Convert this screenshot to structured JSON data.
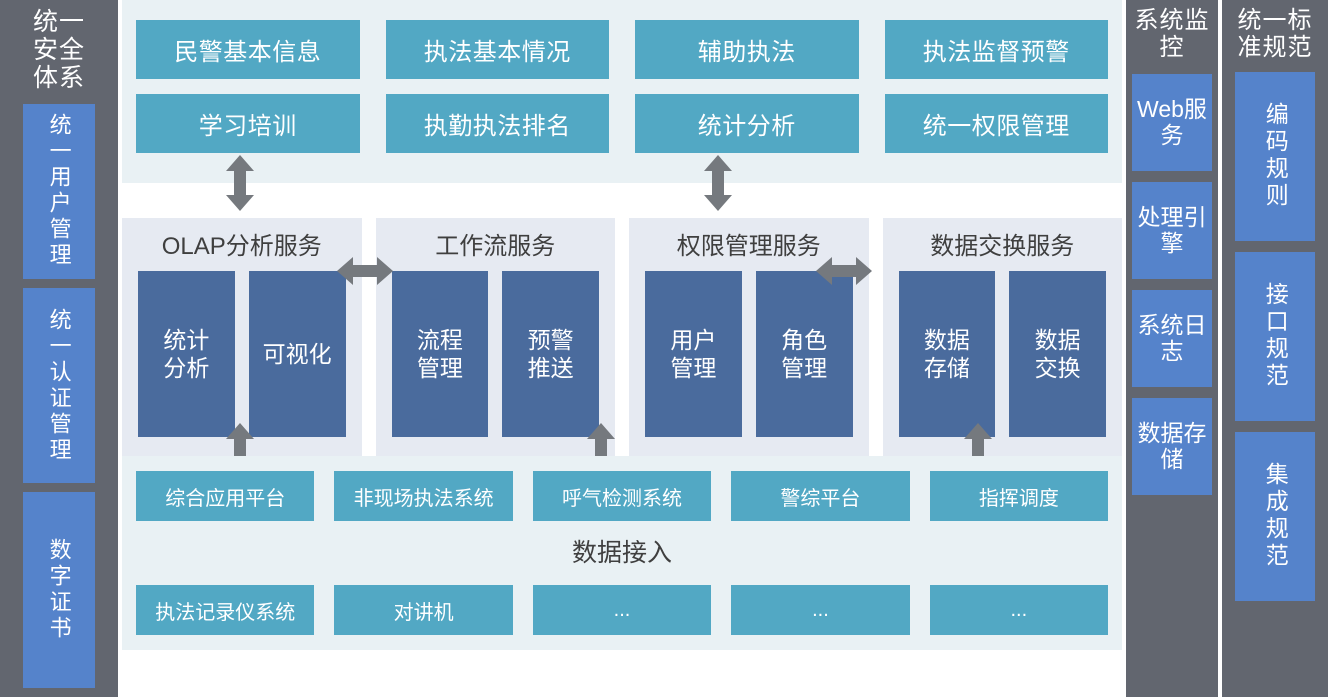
{
  "security_column": {
    "title": "统一安全体系",
    "items": [
      {
        "label": "统一用户管理"
      },
      {
        "label": "统一认证管理"
      },
      {
        "label": "数字证书"
      }
    ]
  },
  "application_layer": {
    "rows": [
      [
        {
          "label": "民警基本信息"
        },
        {
          "label": "执法基本情况"
        },
        {
          "label": "辅助执法"
        },
        {
          "label": "执法监督预警"
        }
      ],
      [
        {
          "label": "学习培训"
        },
        {
          "label": "执勤执法排名"
        },
        {
          "label": "统计分析"
        },
        {
          "label": "统一权限管理"
        }
      ]
    ]
  },
  "service_layer": {
    "groups": [
      {
        "title": "OLAP分析服务",
        "items": [
          {
            "label": "统计\n分析"
          },
          {
            "label": "可视化"
          }
        ]
      },
      {
        "title": "工作流服务",
        "items": [
          {
            "label": "流程\n管理"
          },
          {
            "label": "预警\n推送"
          }
        ]
      },
      {
        "title": "权限管理服务",
        "items": [
          {
            "label": "用户\n管理"
          },
          {
            "label": "角色\n管理"
          }
        ]
      },
      {
        "title": "数据交换服务",
        "items": [
          {
            "label": "数据\n存储"
          },
          {
            "label": "数据\n交换"
          }
        ]
      }
    ]
  },
  "data_layer": {
    "center_label": "数据接入",
    "rows": [
      [
        {
          "label": "综合应用平台"
        },
        {
          "label": "非现场执法系统"
        },
        {
          "label": "呼气检测系统"
        },
        {
          "label": "警综平台"
        },
        {
          "label": "指挥调度"
        }
      ],
      [
        {
          "label": "执法记录仪系统"
        },
        {
          "label": "对讲机"
        },
        {
          "label": "..."
        },
        {
          "label": "..."
        },
        {
          "label": "..."
        }
      ]
    ]
  },
  "monitor_column": {
    "title": "系统监控",
    "items": [
      {
        "label": "Web服务"
      },
      {
        "label": "处理引擎"
      },
      {
        "label": "系统日志"
      },
      {
        "label": "数据存储"
      }
    ]
  },
  "standard_column": {
    "title": "统一标准规范",
    "items": [
      {
        "label": "编码规则"
      },
      {
        "label": "接口规范"
      },
      {
        "label": "集成规范"
      }
    ]
  },
  "arrows": {
    "icon": "double-headed-arrow",
    "vertical_top": [
      {
        "name": "arrow-app-to-olap"
      },
      {
        "name": "arrow-app-to-permission"
      }
    ],
    "horizontal": [
      {
        "name": "arrow-olap-to-workflow"
      },
      {
        "name": "arrow-permission-to-exchange"
      }
    ],
    "vertical_bottom": [
      {
        "name": "arrow-olap-to-data"
      },
      {
        "name": "arrow-workflow-to-data"
      },
      {
        "name": "arrow-exchange-to-data"
      }
    ]
  },
  "colors": {
    "gray_column": "#62666f",
    "sidebar_blue": "#5583cb",
    "teal_box": "#52a8c4",
    "service_box_blue": "#4a6b9d",
    "light_panel": "#e9f1f4",
    "service_panel": "#e6eaf2",
    "arrow_gray": "#75797e"
  }
}
